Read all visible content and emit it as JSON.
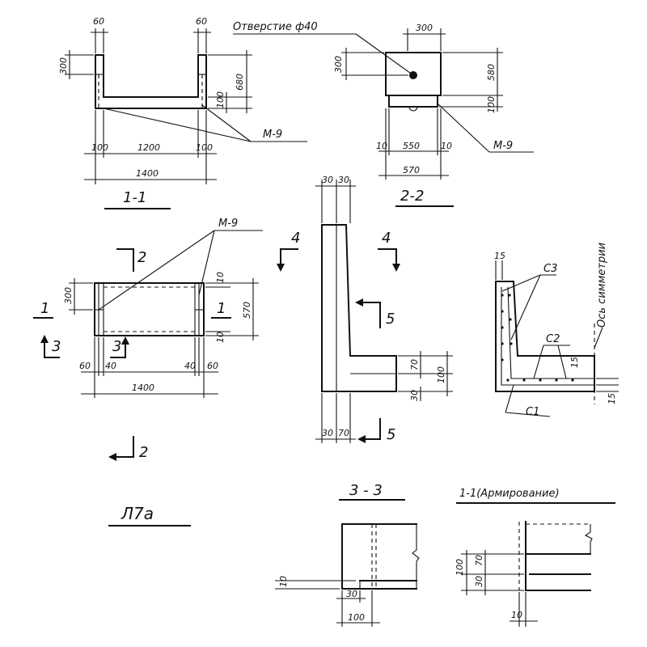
{
  "drawing_title": "Л7а",
  "callouts": {
    "hole": "Отверстие ф40",
    "m9_top": "М-9",
    "m9_22": "М-9",
    "m9_plan": "М-9",
    "symmetry_axis": "Ось симметрии"
  },
  "section_titles": {
    "s11": "1-1",
    "s22": "2-2",
    "s33": "3 - 3",
    "s11_reinf": "1-1(Армирование)"
  },
  "cut_marks": {
    "c2_top": "2",
    "c2_bottom": "2",
    "c1_left": "1",
    "c1_right": "1",
    "c3_left": "3",
    "c3_right": "3",
    "c4_left": "4",
    "c4_right": "4",
    "c5_top": "5",
    "c5_bottom": "5"
  },
  "rebar_labels": {
    "c1": "С1",
    "c2": "С2",
    "c3": "С3"
  },
  "dims": {
    "s11": {
      "w_left": "60",
      "w_right": "60",
      "h300": "300",
      "h680": "680",
      "h100": "100",
      "b100l": "100",
      "b1200": "1200",
      "b100r": "100",
      "total": "1400"
    },
    "s22": {
      "w300": "300",
      "h300": "300",
      "h580": "580",
      "h100": "100",
      "b10l": "10",
      "b550": "550",
      "b10r": "10",
      "total": "570"
    },
    "plan": {
      "h300": "300",
      "h570": "570",
      "t10": "10",
      "b10": "10",
      "b60l": "60",
      "b40l": "40",
      "b40r": "40",
      "b60r": "60",
      "total": "1400"
    },
    "profile": {
      "t30a": "30",
      "t30b": "30",
      "r70": "70",
      "r100": "100",
      "r30": "30",
      "b30": "30",
      "b70": "70"
    },
    "reinf": {
      "t15": "15",
      "r15a": "15",
      "r15b": "15"
    },
    "s33": {
      "l10": "10",
      "b30": "30",
      "b100": "100"
    },
    "s11r": {
      "l100": "100",
      "l30": "30",
      "l70": "70",
      "b10": "10"
    }
  }
}
